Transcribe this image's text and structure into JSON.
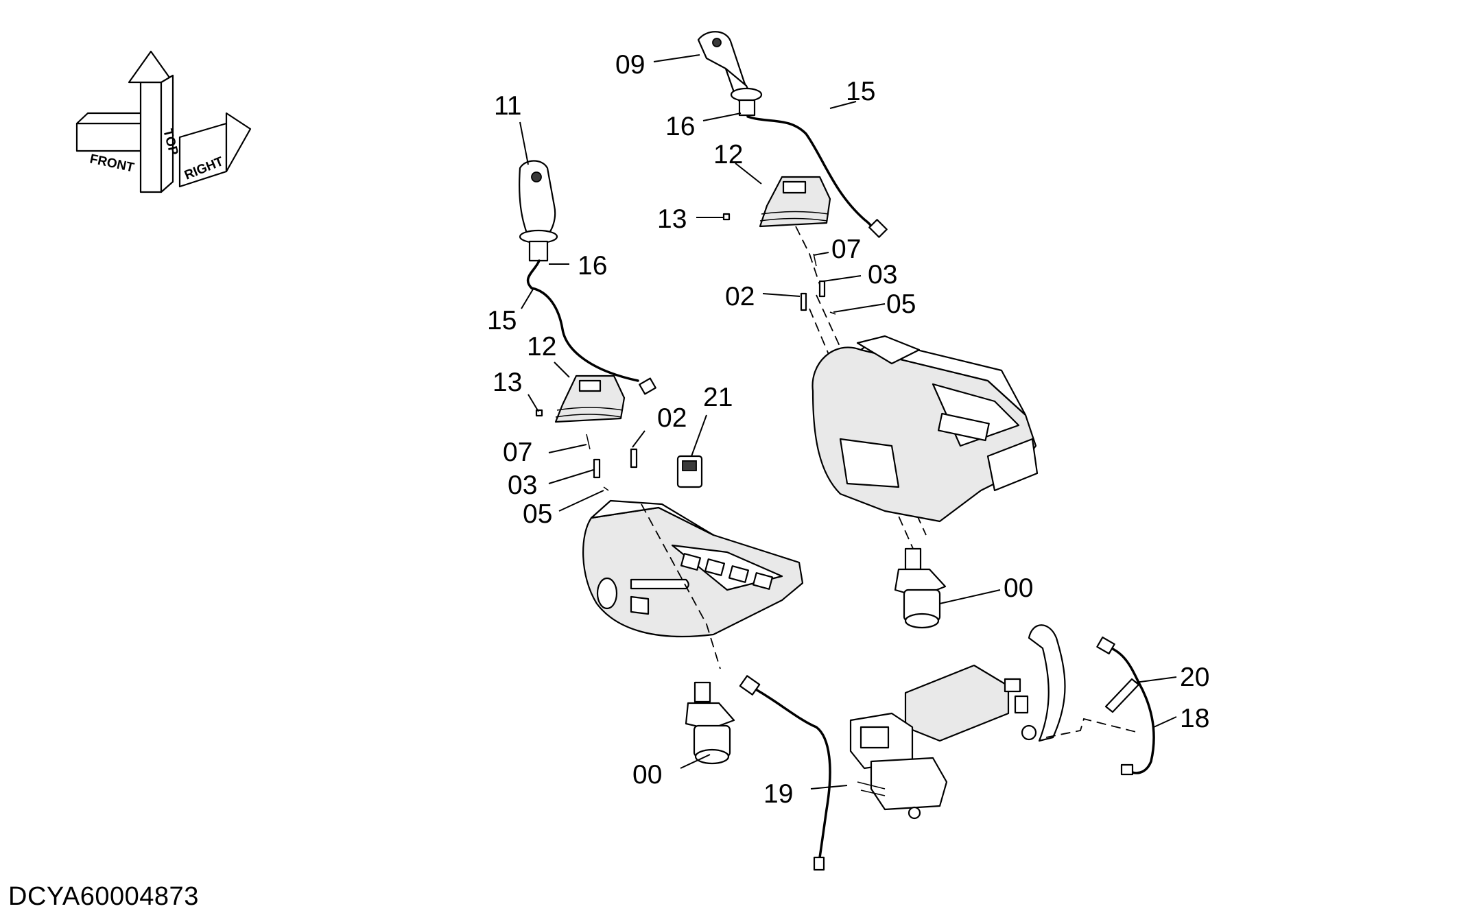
{
  "orientation_arrows": {
    "front": "FRONT",
    "top": "TOP",
    "right": "RIGHT"
  },
  "callouts": {
    "c09": "09",
    "c15a": "15",
    "c16a": "16",
    "c12a": "12",
    "c13a": "13",
    "c07a": "07",
    "c03a": "03",
    "c02a": "02",
    "c05a": "05",
    "c00a": "00",
    "c11": "11",
    "c16b": "16",
    "c15b": "15",
    "c12b": "12",
    "c13b": "13",
    "c02b": "02",
    "c21": "21",
    "c07b": "07",
    "c03b": "03",
    "c05b": "05",
    "c00b": "00",
    "c19": "19",
    "c20": "20",
    "c18": "18"
  },
  "drawing_id": "DCYA60004873"
}
